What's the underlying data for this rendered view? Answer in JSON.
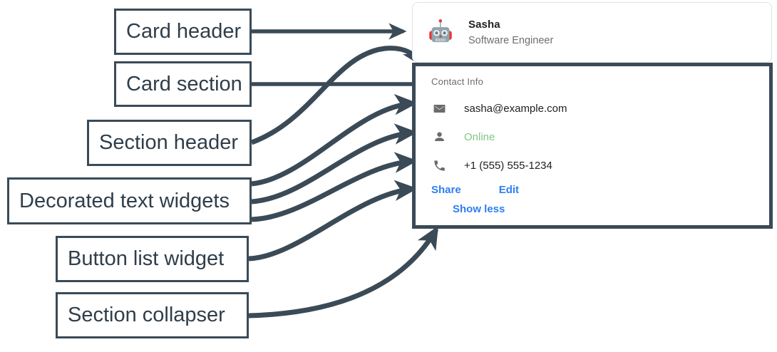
{
  "callouts": [
    {
      "id": "card-header",
      "label": "Card header"
    },
    {
      "id": "card-section",
      "label": "Card section"
    },
    {
      "id": "section-header",
      "label": "Section header"
    },
    {
      "id": "decorated-text",
      "label": "Decorated text widgets"
    },
    {
      "id": "button-list",
      "label": "Button list widget"
    },
    {
      "id": "section-collapser",
      "label": "Section collapser"
    }
  ],
  "card": {
    "header": {
      "avatar_icon": "robot-avatar-icon",
      "title": "Sasha",
      "subtitle": "Software Engineer"
    },
    "section": {
      "header": "Contact Info",
      "rows": [
        {
          "icon": "mail-icon",
          "text": "sasha@example.com",
          "status": false
        },
        {
          "icon": "person-icon",
          "text": "Online",
          "status": true
        },
        {
          "icon": "phone-icon",
          "text": "+1 (555) 555-1234",
          "status": false
        }
      ],
      "buttons": [
        {
          "label": "Share"
        },
        {
          "label": "Edit"
        }
      ],
      "collapser": {
        "label": "Show less"
      }
    }
  },
  "colors": {
    "annotation": "#3a4a57",
    "link": "#2d7ff0",
    "online": "#81c784",
    "muted": "#6b6b6b",
    "card_border": "#e3e3e3"
  }
}
